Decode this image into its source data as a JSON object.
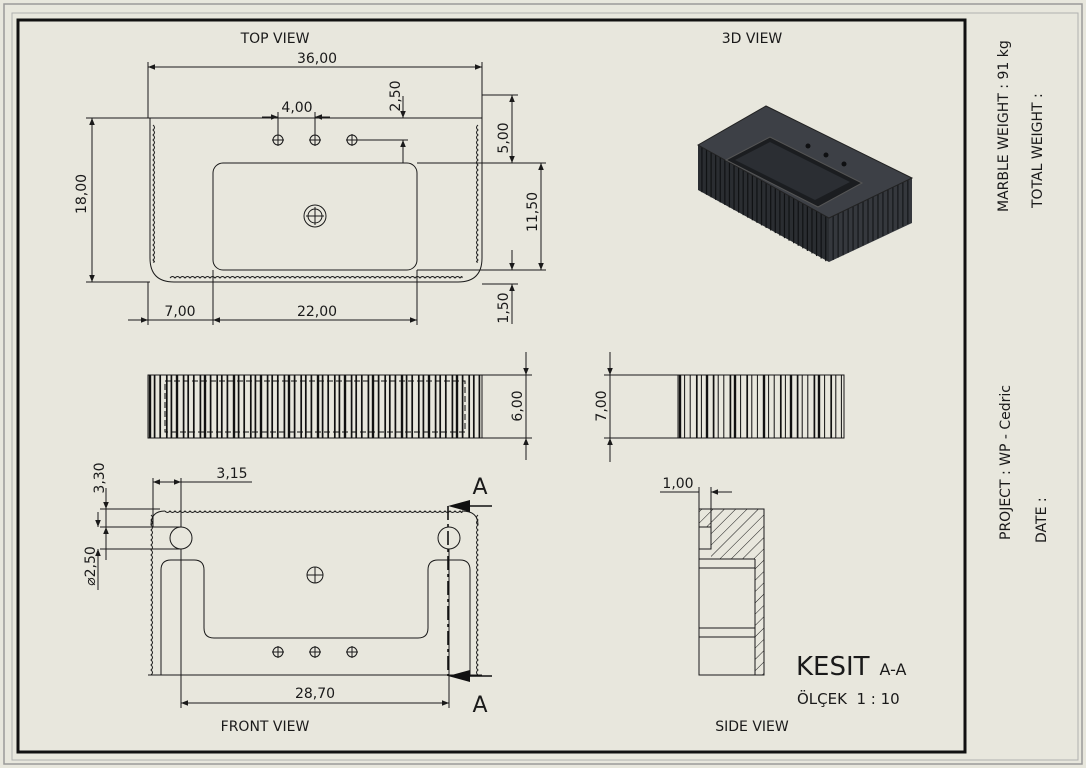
{
  "views": {
    "top": "TOP VIEW",
    "iso": "3D VIEW",
    "front": "FRONT VIEW",
    "side": "SIDE VIEW"
  },
  "dimensions": {
    "top_width": "36,00",
    "top_depth": "18,00",
    "hole_spacing": "4,00",
    "hole_offset": "2,50",
    "rim_back": "5,00",
    "basin_depth": "11,50",
    "rim_front": "1,50",
    "basin_left": "7,00",
    "basin_width": "22,00",
    "front_height": "6,00",
    "side_height": "7,00",
    "slot_height": "3,30",
    "slot_offset": "3,15",
    "hole_diameter": "⌀2,50",
    "slot_span": "28,70",
    "lip": "1,00"
  },
  "section": {
    "marker": "A",
    "title": "KESIT",
    "sub": "A-A",
    "scale": "ÖLÇEK  1 : 10"
  },
  "titleblock": {
    "marble_weight": "MARBLE WEIGHT : 91 kg",
    "total_weight": "TOTAL WEIGHT :",
    "project": "PROJECT : WP - Cedric",
    "date": "DATE :"
  },
  "colors": {
    "paper": "#e8e7dd",
    "line": "#1a1a1a",
    "stone": "#2c2f33"
  }
}
